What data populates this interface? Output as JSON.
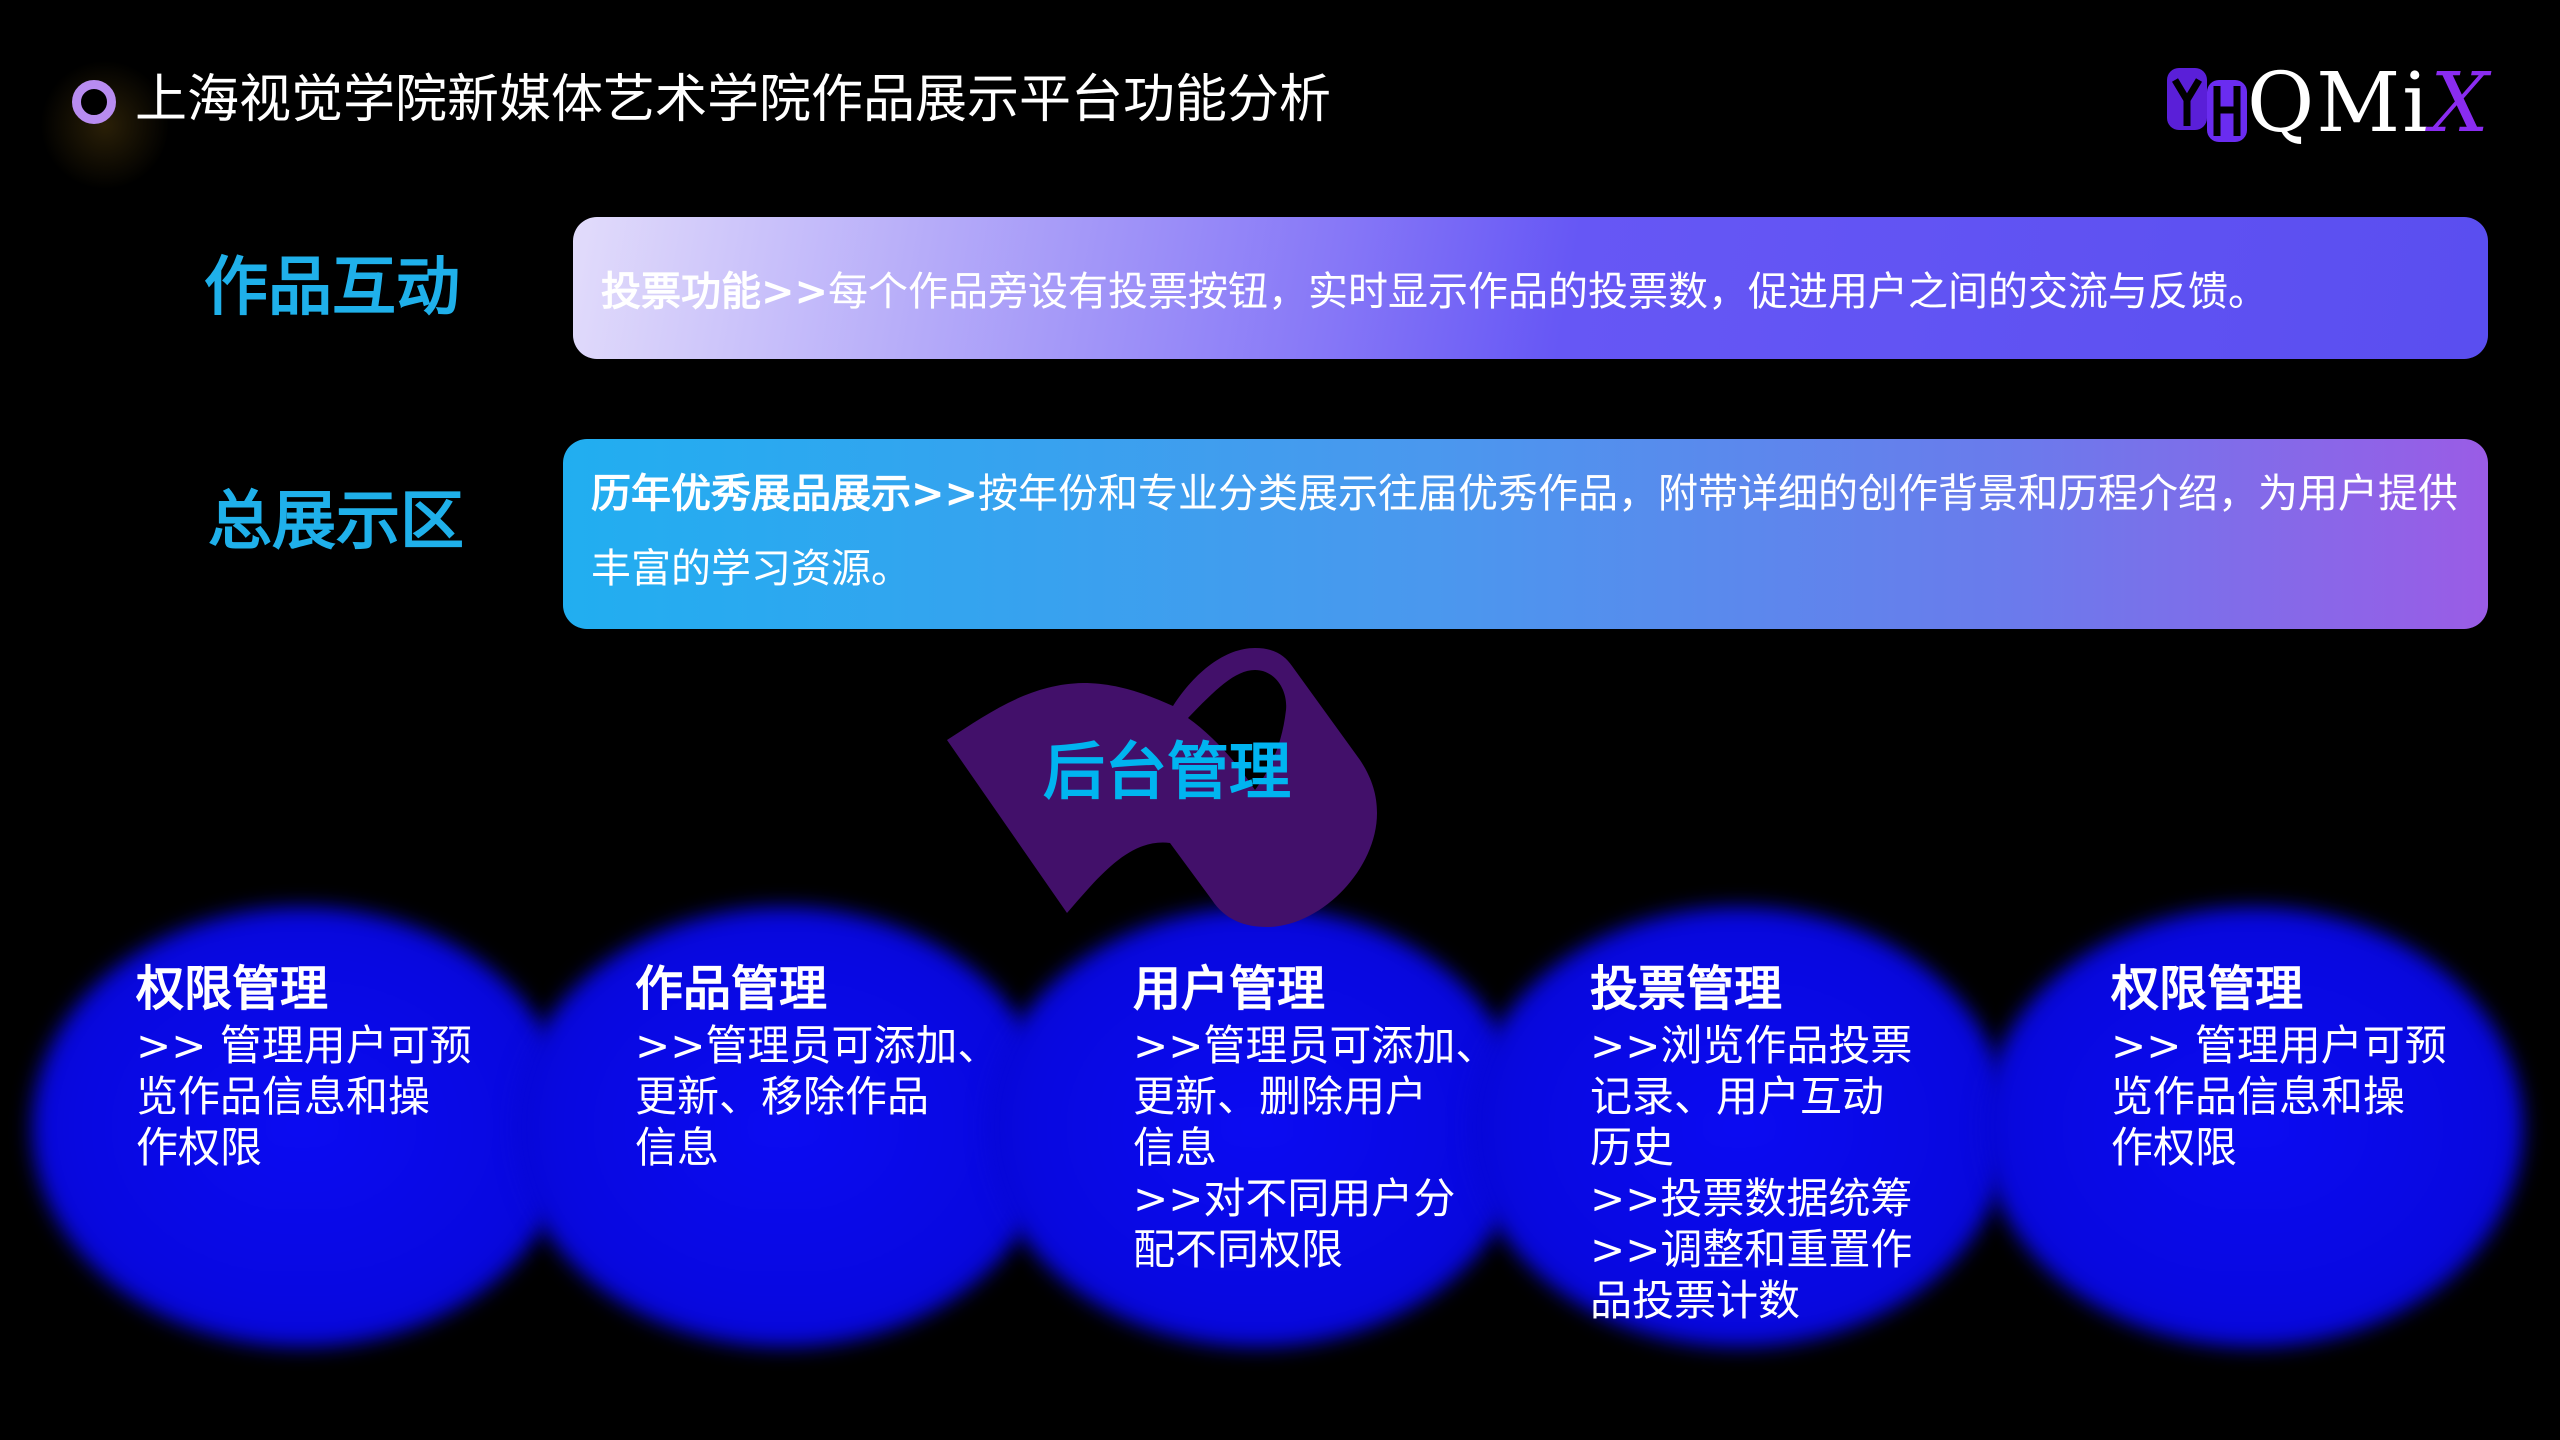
{
  "header": {
    "title": "上海视觉学院新媒体艺术学院作品展示平台功能分析",
    "logo_text": "QMiX",
    "logo_mark": "YH"
  },
  "rows": [
    {
      "label": "作品互动",
      "bold": "投票功能>>",
      "text": "每个作品旁设有投票按钮，实时显示作品的投票数，促进用户之间的交流与反馈。"
    },
    {
      "label": "总展示区",
      "bold": "历年优秀展品展示>>",
      "text": "按年份和专业分类展示往届优秀作品，附带详细的创作背景和历程介绍，为用户提供丰富的学习资源。"
    }
  ],
  "backend": {
    "title": "后台管理"
  },
  "cards": [
    {
      "title": "权限管理",
      "lines": [
        ">> 管理用户可预",
        "览作品信息和操",
        "作权限"
      ]
    },
    {
      "title": "作品管理",
      "lines": [
        ">>管理员可添加、",
        "更新、移除作品",
        "信息"
      ]
    },
    {
      "title": "用户管理",
      "lines": [
        ">>管理员可添加、",
        "更新、删除用户",
        "信息",
        ">>对不同用户分",
        "配不同权限"
      ]
    },
    {
      "title": "投票管理",
      "lines": [
        ">>浏览作品投票",
        "记录、用户互动",
        "历史",
        ">>投票数据统筹",
        ">>调整和重置作",
        "品投票计数"
      ]
    },
    {
      "title": "权限管理",
      "lines": [
        ">> 管理用户可预",
        "览作品信息和操",
        "作权限"
      ]
    }
  ],
  "colors": {
    "accent": "#1fb0ea",
    "shape": "#42106a",
    "blob": "#0b0bf2",
    "logo": "#6a2cf0"
  }
}
